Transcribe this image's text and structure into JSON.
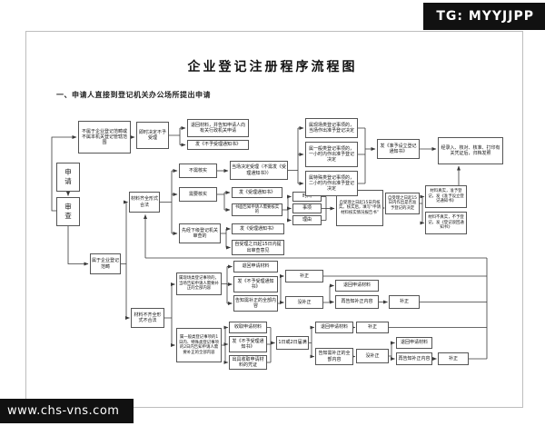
{
  "badges": {
    "top_right": "TG: MYYJJPP",
    "bottom_left": "www.chs-vns.com"
  },
  "header": {
    "title": "企业登记注册程序流程图",
    "section": "一、申请人直接到登记机关办公场所提出申请"
  },
  "colors": {
    "badge_bg": "#111111",
    "badge_fg": "#ffffff",
    "line": "#3a3a3a",
    "frame": "#bdbdbd"
  },
  "nodes": {
    "apply": "申请",
    "review": "审查",
    "not_scope": "不属于企业登记范畴或不属本机关登记管辖范围",
    "reject_now": "即时决定不予受理",
    "return_inform": "退回材料，并告知申请人向有关行政机关申请",
    "no_accept_notice1": "发《不予受理通知书》",
    "in_scope": "属于企业登记范畴",
    "complete": "材料齐全形式合法",
    "incomplete": "材料不齐全形式不合法",
    "no_verify": "不需核实",
    "accept_onsite": "当场决定受理（不需发《受理通知书》）",
    "need_verify": "需要核实",
    "accept_notice1": "发《受理通知书》",
    "written_inform": "书面告知申请人需要核实的",
    "time": "时间",
    "item": "事项",
    "reason": "理由",
    "verify_15": "自受理之日起15日内核实。核实后，填写“申请材料核实情况报告书”",
    "decide_15": "自受理之日起15日内作出是否准予登记的决定",
    "true_approve": "材料真实，准予登记，发《准予设立登记通知书》",
    "false_reject": "材料不真实，不予登记，发《登记驳回通知书》",
    "lower_review": "先经下级登记机关审查的",
    "accept_notice2": "发《受理通知书》",
    "opinion_15": "自受理之日起15日内提出审查意见",
    "onsite_type": "属现场类登记事项的，当场作出准予登记决定",
    "general_type": "属一般类登记事项的，一小时内作出准予登记决定",
    "special_type": "属特殊类登记事项的，二小时内作出准予登记决定",
    "approve_notice": "发《准予设立登记通知书》",
    "archive": "经录入、核对、核准、打印有关凭证后，归档发照",
    "onsite_correct": "属现场类登记事项的，当场告知申请人需要补正的全部内容",
    "return1": "退回申请材料",
    "no_accept_notice2": "发《不予受理通知书》",
    "inform_correct1": "告知需补正的全部内容",
    "correct1": "补正",
    "no_correct1": "没补正",
    "return2": "退回申请材料",
    "reinform1": "再告知补正内容",
    "correct2": "补正",
    "general_correct": "属一般类登记事项的1日内、特殊类登记事项的2日内告知申请人需要补正的全部内容",
    "receive": "收取申请材料",
    "no_accept_notice3": "发《不予受理通知书》",
    "voucher": "出具收取申请材料的凭证",
    "expire": "1日或2日届满",
    "return3": "退回申请材料",
    "inform_correct2": "告知需补正的全部内容",
    "correct3": "补正",
    "no_correct2": "没补正",
    "return4": "退回申请材料",
    "reinform2": "再告知补正内容",
    "correct4": "补正"
  }
}
